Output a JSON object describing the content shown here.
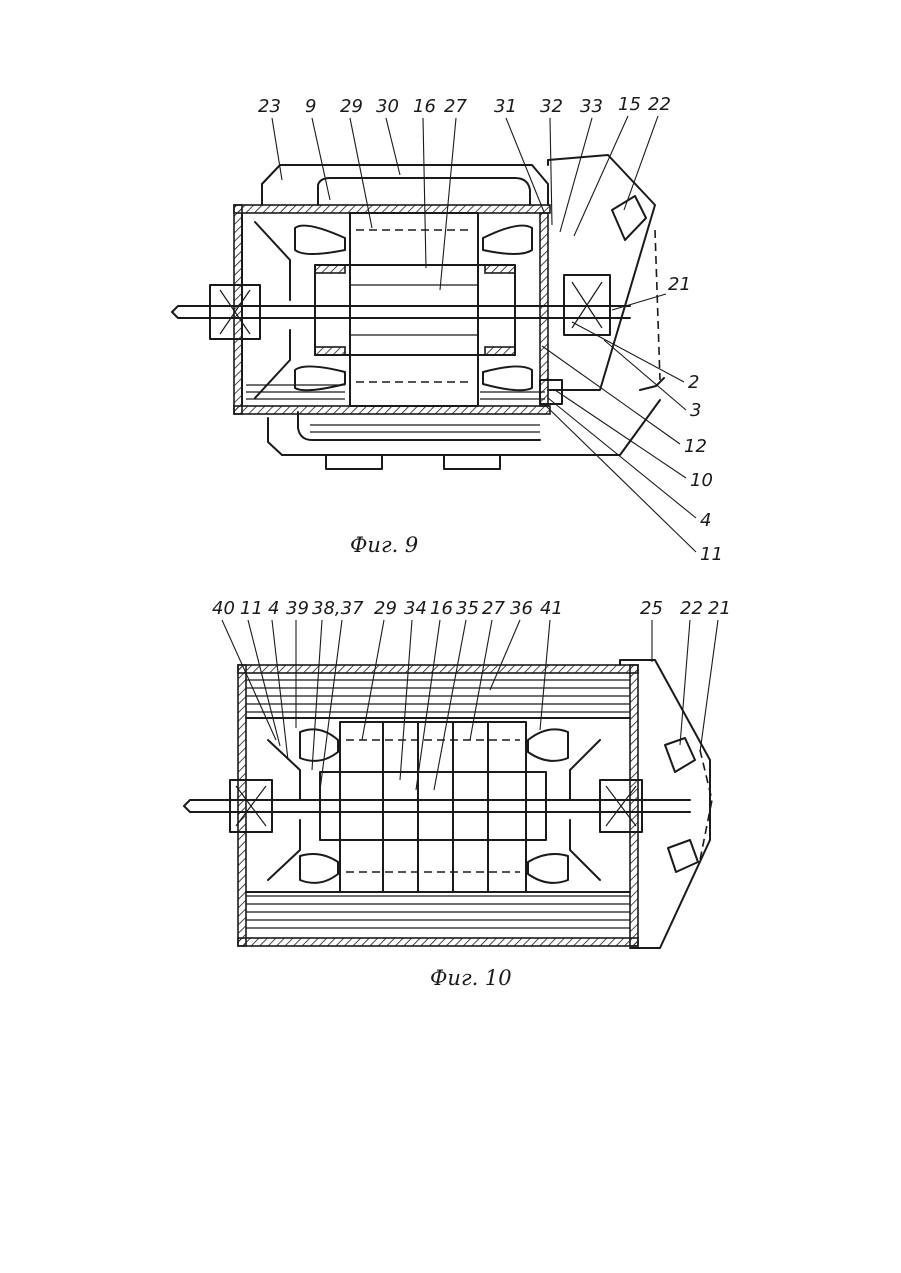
{
  "figure9": {
    "caption": "Фиг. 9",
    "labels": {
      "l23": "23",
      "l9": "9",
      "l29": "29",
      "l30": "30",
      "l16": "16",
      "l27": "27",
      "l31": "31",
      "l32": "32",
      "l33": "33",
      "l15": "15",
      "l22": "22",
      "l21": "21",
      "l2": "2",
      "l3": "3",
      "l12": "12",
      "l10": "10",
      "l4": "4",
      "l11": "11"
    }
  },
  "figure10": {
    "caption": "Фиг. 10",
    "labels": {
      "l40": "40",
      "l11": "11",
      "l4": "4",
      "l39": "39",
      "l38": "38,37",
      "l29": "29",
      "l34": "34",
      "l16": "16",
      "l35": "35",
      "l27": "27",
      "l36": "36",
      "l41": "41",
      "l25": "25",
      "l22": "22",
      "l21": "21"
    }
  }
}
